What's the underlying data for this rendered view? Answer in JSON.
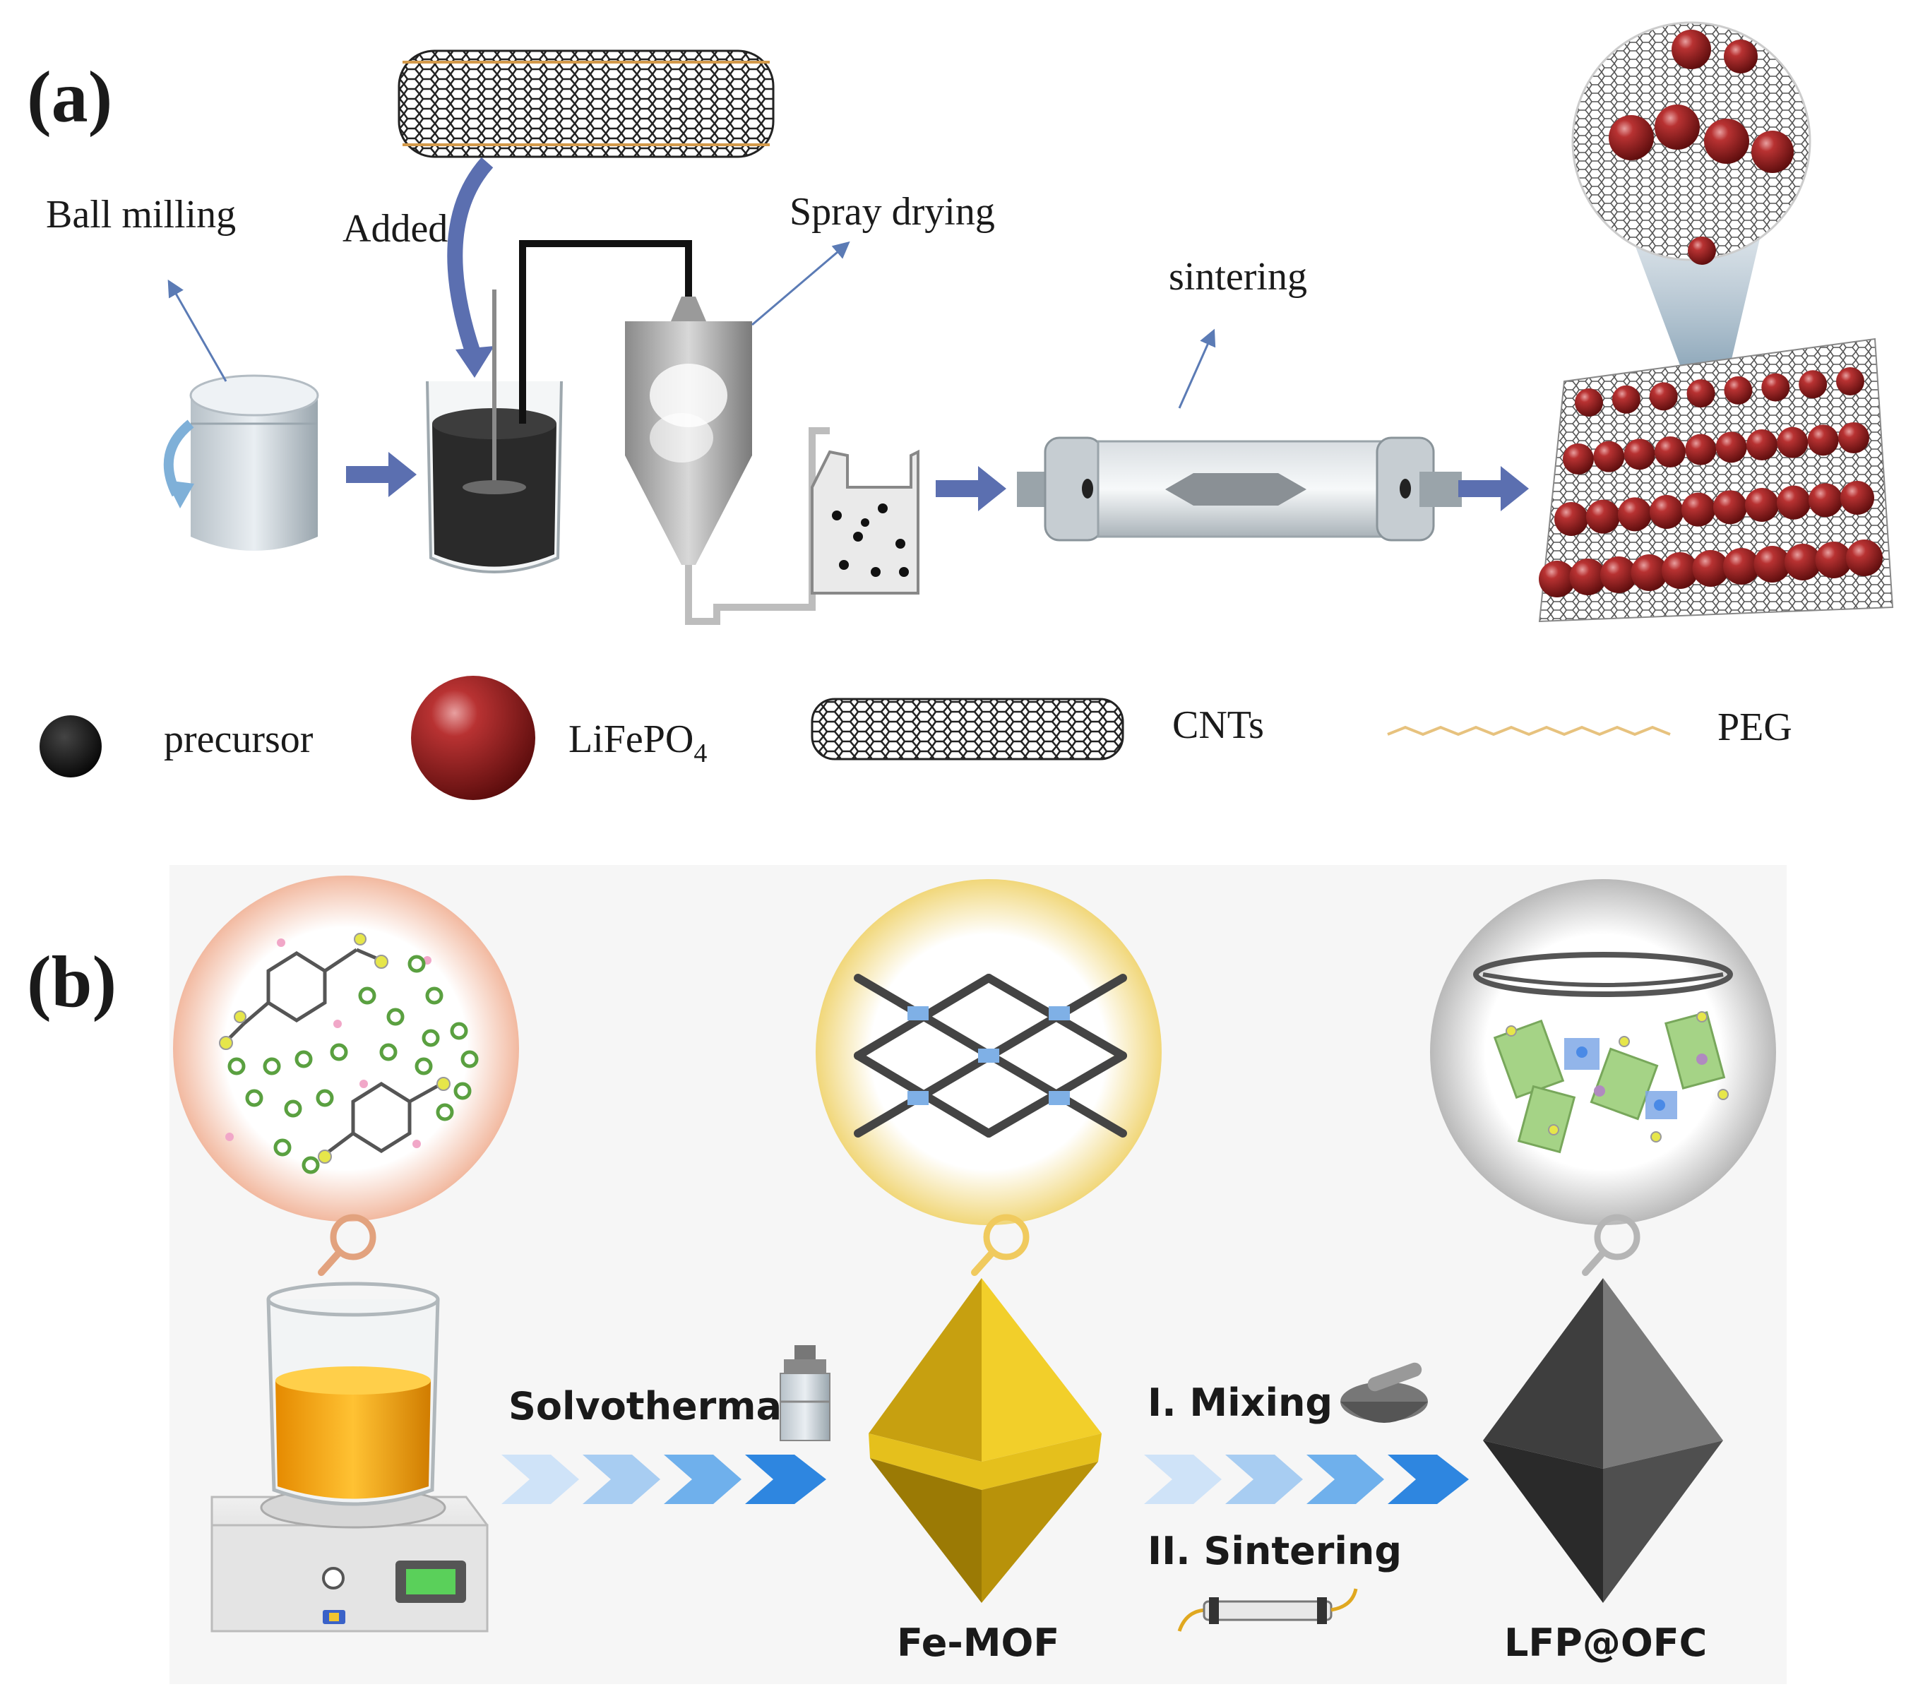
{
  "panel_a": {
    "label": "(a)",
    "steps": {
      "ball_milling": "Ball milling",
      "added": "Added",
      "spray_drying": "Spray drying",
      "sintering": "sintering"
    },
    "legend": {
      "precursor": "precursor",
      "lifepo4_main": "LiFePO",
      "lifepo4_sub": "4",
      "cnts": "CNTs",
      "peg": "PEG"
    }
  },
  "panel_b": {
    "label": "(b)",
    "solvothermal": "Solvothermal",
    "fe_mof": "Fe-MOF",
    "mixing": "I. Mixing",
    "sintering": "II. Sintering",
    "lfp_ofc": "LFP@OFC"
  },
  "colors": {
    "arrow_blue": "#5b6fb0",
    "chevron_blue": "#3d8fe6",
    "lfp_red": "#8c1a1a",
    "mof_gold": "#d8b016",
    "carbon_grey": "#4a4a4a"
  }
}
